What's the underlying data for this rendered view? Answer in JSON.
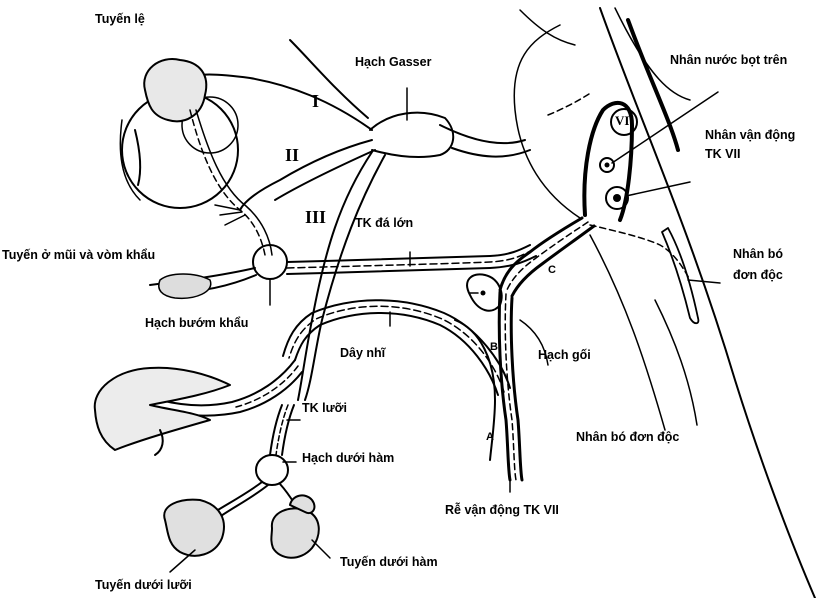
{
  "labels": {
    "tuyen_le": "Tuyến lệ",
    "hach_gasser": "Hạch Gasser",
    "nhan_nuoc_bot_tren": "Nhân nước bọt trên",
    "nhan_van_dong_line1": "Nhân vận động",
    "nhan_van_dong_line2": "TK VII",
    "tk_da_lon": "TK đá lớn",
    "tuyen_mui": "Tuyến ở mũi và vòm khẩu",
    "nhan_bo_don_doc_1_line1": "Nhân bó",
    "nhan_bo_don_doc_1_line2": "đơn độc",
    "hach_buom_khau": "Hạch bướm khẩu",
    "day_nhi": "Dây nhĩ",
    "hach_goi": "Hạch gối",
    "tk_luoi": "TK lưỡi",
    "nhan_bo_don_doc_2": "Nhân bó đơn độc",
    "hach_duoi_ham": "Hạch dưới hàm",
    "re_van_dong": "Rễ vận động TK VII",
    "tuyen_duoi_ham": "Tuyến dưới hàm",
    "tuyen_duoi_luoi": "Tuyến dưới lưỡi"
  },
  "roman_numerals": {
    "n1": "I",
    "n2": "II",
    "n3": "III",
    "n6": "VI"
  },
  "letters": {
    "a": "A",
    "b": "B",
    "c": "C"
  },
  "colors": {
    "ink": "#000000",
    "paper": "#ffffff"
  }
}
